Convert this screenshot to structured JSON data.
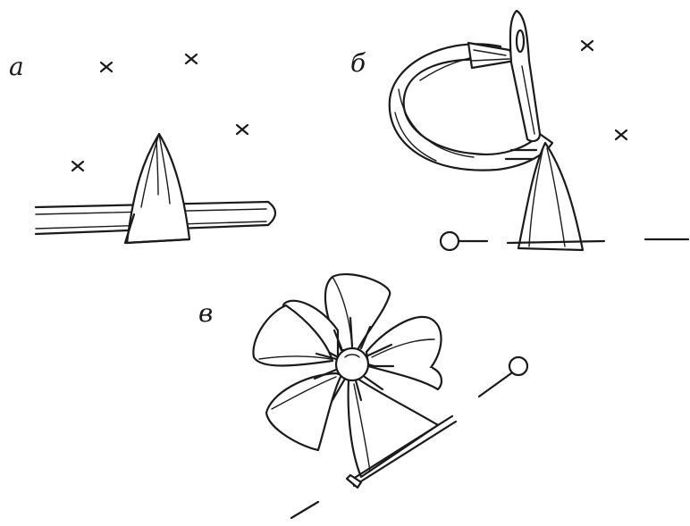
{
  "labels": {
    "panel_a": "а",
    "panel_b": "б",
    "panel_c": "в"
  },
  "colors": {
    "ink": "#1a1a1a",
    "background": "#ffffff"
  }
}
